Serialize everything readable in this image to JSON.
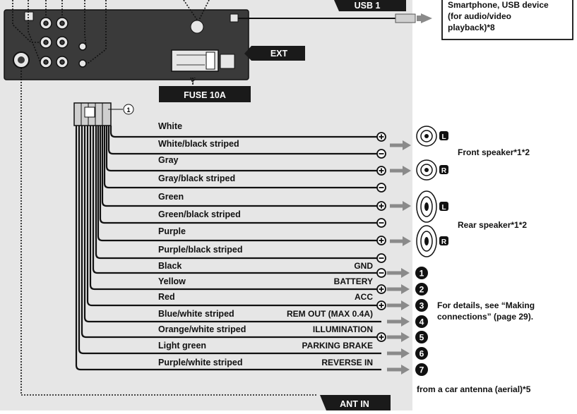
{
  "tags": {
    "usb1": "USB 1",
    "ext": "EXT",
    "fuse": "FUSE 10A",
    "ant_in": "ANT IN"
  },
  "smartphone_note": {
    "line1": "Smartphone, USB device",
    "line2": "(for audio/video",
    "line3": "playback)*8"
  },
  "connector_marker": "1",
  "wires": [
    {
      "label": "White",
      "function": "",
      "polarity": "+"
    },
    {
      "label": "White/black striped",
      "function": "",
      "polarity": "-"
    },
    {
      "label": "Gray",
      "function": "",
      "polarity": "+"
    },
    {
      "label": "Gray/black striped",
      "function": "",
      "polarity": "-"
    },
    {
      "label": "Green",
      "function": "",
      "polarity": "+"
    },
    {
      "label": "Green/black striped",
      "function": "",
      "polarity": "-"
    },
    {
      "label": "Purple",
      "function": "",
      "polarity": "+"
    },
    {
      "label": "Purple/black striped",
      "function": "",
      "polarity": "-"
    },
    {
      "label": "Black",
      "function": "GND",
      "polarity": "-",
      "number": "1"
    },
    {
      "label": "Yellow",
      "function": "BATTERY",
      "polarity": "+",
      "number": "2"
    },
    {
      "label": "Red",
      "function": "ACC",
      "polarity": "+",
      "number": "3"
    },
    {
      "label": "Blue/white striped",
      "function": "REM OUT (MAX 0.4A)",
      "polarity": "",
      "number": "4"
    },
    {
      "label": "Orange/white striped",
      "function": "ILLUMINATION",
      "polarity": "+",
      "number": "5"
    },
    {
      "label": "Light green",
      "function": "PARKING BRAKE",
      "polarity": "",
      "number": "6"
    },
    {
      "label": "Purple/white striped",
      "function": "REVERSE IN",
      "polarity": "",
      "number": "7"
    }
  ],
  "speakers": {
    "front_label": "Front speaker*1*2",
    "rear_label": "Rear speaker*1*2",
    "left": "L",
    "right": "R"
  },
  "details_note": {
    "line1": "For details, see “Making",
    "line2": "connections” (page 29)."
  },
  "antenna_note": "from a car antenna (aerial)*5"
}
